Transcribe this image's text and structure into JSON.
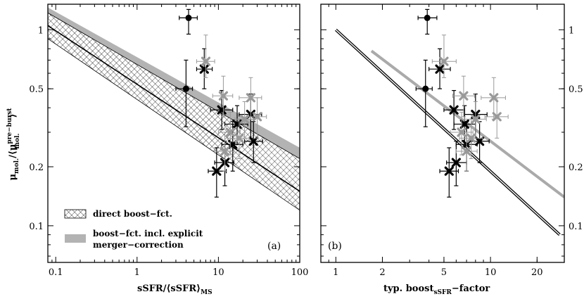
{
  "chart_data": [
    {
      "panel_label": "(a)",
      "type": "scatter",
      "xlabel_main": "sSFR/⟨sSFR⟩",
      "xlabel_sub": "MS",
      "ylabel_main": "μ",
      "ylabel_sub": "mol.",
      "ylabel_ratio_open": "/⟨μ",
      "ylabel_ratio_sup": "pre−burst",
      "ylabel_ratio_sub": "mol.",
      "ylabel_close": "⟩",
      "xscale": "log",
      "yscale": "log",
      "xlim": [
        0.08,
        100
      ],
      "ylim": [
        0.065,
        1.35
      ],
      "xticklabels": [
        "0.1",
        "1",
        "10",
        "100"
      ],
      "xticks": [
        0.1,
        1,
        10,
        100
      ],
      "yticklabels": [
        "0.1",
        "0.2",
        "0.5",
        "1"
      ],
      "yticks": [
        0.1,
        0.2,
        0.5,
        1
      ],
      "legend_position": "bottom-left",
      "legend": [
        {
          "name": "direct boost−fct.",
          "style": "crosshatch band"
        },
        {
          "name": "boost−fct. incl. explicit",
          "name_line2": "merger−correction",
          "style": "grey band"
        }
      ],
      "bands": [
        {
          "name": "direct boost−fct.",
          "x": [
            0.08,
            100
          ],
          "upper": [
            1.22,
            0.22
          ],
          "lower": [
            0.9,
            0.12
          ],
          "center": [
            1.05,
            0.15
          ]
        },
        {
          "name": "boost−fct. incl. explicit merger−correction",
          "x": [
            0.08,
            100
          ],
          "upper": [
            1.3,
            0.25
          ],
          "lower": [
            1.2,
            0.22
          ]
        }
      ],
      "series": [
        {
          "name": "black crosses",
          "points": [
            {
              "x": 6.7,
              "y": 0.63,
              "xerr": [
                1.3,
                1.7
              ],
              "yerr": [
                0.13,
                0.17
              ]
            },
            {
              "x": 11.0,
              "y": 0.39,
              "xerr": [
                3.0,
                4.0
              ],
              "yerr": [
                0.08,
                0.1
              ]
            },
            {
              "x": 25.0,
              "y": 0.37,
              "xerr": [
                7.0,
                9.0
              ],
              "yerr": [
                0.09,
                0.1
              ]
            },
            {
              "x": 17.0,
              "y": 0.33,
              "xerr": [
                5.0,
                6.0
              ],
              "yerr": [
                0.07,
                0.08
              ]
            },
            {
              "x": 27.0,
              "y": 0.27,
              "xerr": [
                6.0,
                8.0
              ],
              "yerr": [
                0.06,
                0.07
              ]
            },
            {
              "x": 15.0,
              "y": 0.26,
              "xerr": [
                4.0,
                5.0
              ],
              "yerr": [
                0.07,
                0.08
              ]
            },
            {
              "x": 12.0,
              "y": 0.21,
              "xerr": [
                3.0,
                3.5
              ],
              "yerr": [
                0.05,
                0.06
              ]
            },
            {
              "x": 9.5,
              "y": 0.19,
              "xerr": [
                2.0,
                3.0
              ],
              "yerr": [
                0.05,
                0.06
              ]
            }
          ]
        },
        {
          "name": "grey crosses",
          "points": [
            {
              "x": 7.0,
              "y": 0.69,
              "xerr": [
                1.6,
                2.0
              ],
              "yerr": [
                0.12,
                0.25
              ]
            },
            {
              "x": 11.5,
              "y": 0.46,
              "xerr": [
                3.0,
                3.5
              ],
              "yerr": [
                0.1,
                0.12
              ]
            },
            {
              "x": 25.0,
              "y": 0.45,
              "xerr": [
                7.0,
                9.0
              ],
              "yerr": [
                0.1,
                0.12
              ]
            },
            {
              "x": 21.0,
              "y": 0.35,
              "xerr": [
                5.0,
                6.0
              ],
              "yerr": [
                0.07,
                0.08
              ]
            },
            {
              "x": 30.0,
              "y": 0.36,
              "xerr": [
                7.0,
                9.0
              ],
              "yerr": [
                0.08,
                0.09
              ]
            },
            {
              "x": 14.0,
              "y": 0.3,
              "xerr": [
                4.0,
                4.5
              ],
              "yerr": [
                0.07,
                0.08
              ]
            },
            {
              "x": 18.0,
              "y": 0.28,
              "xerr": [
                5.0,
                6.0
              ],
              "yerr": [
                0.06,
                0.07
              ]
            },
            {
              "x": 12.0,
              "y": 0.24,
              "xerr": [
                3.0,
                3.5
              ],
              "yerr": [
                0.05,
                0.06
              ]
            }
          ]
        },
        {
          "name": "black circles",
          "points": [
            {
              "x": 4.3,
              "y": 1.15,
              "xerr": [
                1.0,
                1.2
              ],
              "yerr": [
                0.2,
                0.12
              ]
            },
            {
              "x": 4.0,
              "y": 0.5,
              "xerr": [
                1.0,
                0.8
              ],
              "yerr": [
                0.18,
                0.2
              ]
            }
          ]
        }
      ],
      "colors": {
        "black": "#000000",
        "grey": "#999999",
        "band_grey": "#b3b3b3"
      }
    },
    {
      "panel_label": "(b)",
      "type": "scatter",
      "xlabel_main": "typ. boost",
      "xlabel_sub": "sSFR",
      "xlabel_tail": "−factor",
      "xscale": "log",
      "yscale": "log",
      "xlim": [
        0.8,
        30
      ],
      "ylim": [
        0.065,
        1.35
      ],
      "xticklabels": [
        "1",
        "2",
        "5",
        "10",
        "20"
      ],
      "xticks": [
        1,
        2,
        5,
        10,
        20
      ],
      "yticklabels": [
        "0.1",
        "0.2",
        "0.5",
        "1"
      ],
      "yticks": [
        0.1,
        0.2,
        0.5,
        1
      ],
      "lines": [
        {
          "name": "black double line",
          "x": [
            1,
            28
          ],
          "y": [
            1.0,
            0.09
          ],
          "color": "#000000"
        },
        {
          "name": "grey line",
          "x": [
            1.7,
            30
          ],
          "y": [
            0.78,
            0.14
          ],
          "color": "#aaaaaa"
        }
      ],
      "series": [
        {
          "name": "black crosses",
          "points": [
            {
              "x": 4.7,
              "y": 0.63,
              "xerr": [
                0.7,
                0.8
              ],
              "yerr": [
                0.13,
                0.17
              ]
            },
            {
              "x": 5.8,
              "y": 0.39,
              "xerr": [
                0.8,
                1.0
              ],
              "yerr": [
                0.08,
                0.1
              ]
            },
            {
              "x": 8.0,
              "y": 0.37,
              "xerr": [
                1.2,
                1.5
              ],
              "yerr": [
                0.09,
                0.1
              ]
            },
            {
              "x": 6.8,
              "y": 0.33,
              "xerr": [
                1.0,
                1.2
              ],
              "yerr": [
                0.07,
                0.08
              ]
            },
            {
              "x": 8.5,
              "y": 0.27,
              "xerr": [
                1.0,
                1.3
              ],
              "yerr": [
                0.06,
                0.07
              ]
            },
            {
              "x": 7.0,
              "y": 0.26,
              "xerr": [
                1.0,
                1.2
              ],
              "yerr": [
                0.07,
                0.08
              ]
            },
            {
              "x": 6.0,
              "y": 0.21,
              "xerr": [
                0.8,
                1.0
              ],
              "yerr": [
                0.05,
                0.06
              ]
            },
            {
              "x": 5.4,
              "y": 0.19,
              "xerr": [
                0.7,
                0.8
              ],
              "yerr": [
                0.05,
                0.06
              ]
            }
          ]
        },
        {
          "name": "grey crosses",
          "points": [
            {
              "x": 5.0,
              "y": 0.69,
              "xerr": [
                0.8,
                1.0
              ],
              "yerr": [
                0.12,
                0.25
              ]
            },
            {
              "x": 6.7,
              "y": 0.46,
              "xerr": [
                1.0,
                1.2
              ],
              "yerr": [
                0.1,
                0.12
              ]
            },
            {
              "x": 10.5,
              "y": 0.45,
              "xerr": [
                1.8,
                2.0
              ],
              "yerr": [
                0.1,
                0.12
              ]
            },
            {
              "x": 8.0,
              "y": 0.35,
              "xerr": [
                1.2,
                1.4
              ],
              "yerr": [
                0.07,
                0.08
              ]
            },
            {
              "x": 11.0,
              "y": 0.36,
              "xerr": [
                1.8,
                2.0
              ],
              "yerr": [
                0.08,
                0.09
              ]
            },
            {
              "x": 6.5,
              "y": 0.3,
              "xerr": [
                1.0,
                1.2
              ],
              "yerr": [
                0.07,
                0.08
              ]
            },
            {
              "x": 7.5,
              "y": 0.28,
              "xerr": [
                1.2,
                1.4
              ],
              "yerr": [
                0.06,
                0.07
              ]
            },
            {
              "x": 7.0,
              "y": 0.24,
              "xerr": [
                1.0,
                1.2
              ],
              "yerr": [
                0.05,
                0.06
              ]
            }
          ]
        },
        {
          "name": "black circles",
          "points": [
            {
              "x": 3.9,
              "y": 1.15,
              "xerr": [
                0.5,
                0.6
              ],
              "yerr": [
                0.2,
                0.12
              ]
            },
            {
              "x": 3.8,
              "y": 0.5,
              "xerr": [
                0.5,
                0.4
              ],
              "yerr": [
                0.18,
                0.2
              ]
            }
          ]
        }
      ],
      "colors": {
        "black": "#000000",
        "grey": "#999999",
        "line_grey": "#aaaaaa"
      }
    }
  ]
}
